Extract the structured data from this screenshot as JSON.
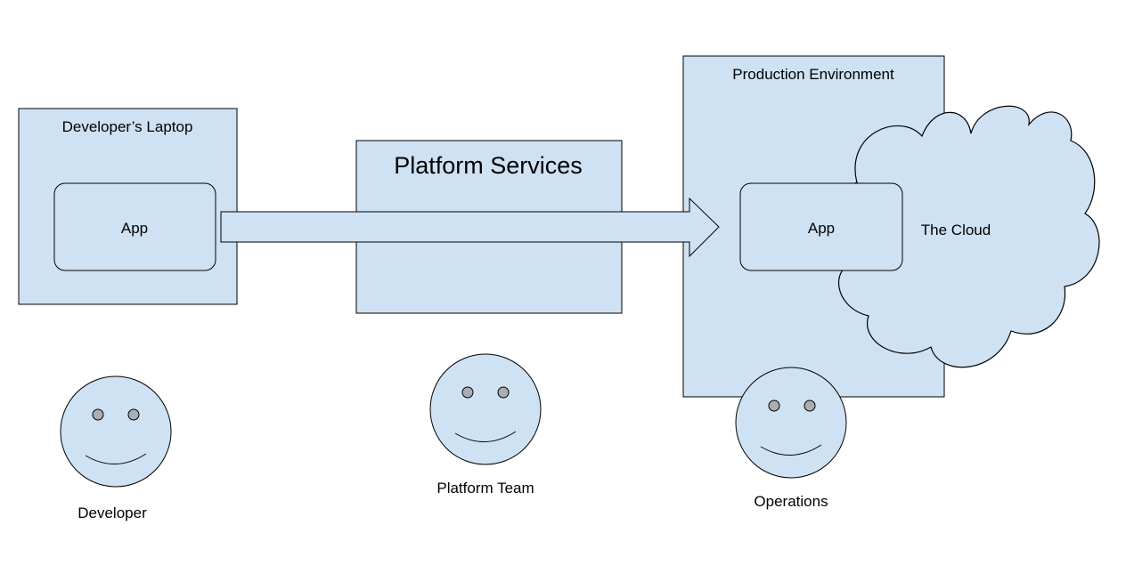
{
  "diagram": {
    "colors": {
      "fill": "#cfe2f3",
      "stroke": "#000000",
      "eye_fill": "#a9aeb4",
      "background": "#ffffff"
    },
    "laptop": {
      "title": "Developer’s Laptop",
      "app_label": "App"
    },
    "platform": {
      "title": "Platform Services"
    },
    "production": {
      "title": "Production Environment",
      "app_label": "App"
    },
    "cloud": {
      "label": "The Cloud"
    },
    "actors": {
      "developer": {
        "label": "Developer",
        "icon": "smiley-face-icon"
      },
      "platform_team": {
        "label": "Platform Team",
        "icon": "smiley-face-icon"
      },
      "operations": {
        "label": "Operations",
        "icon": "smiley-face-icon"
      }
    }
  }
}
